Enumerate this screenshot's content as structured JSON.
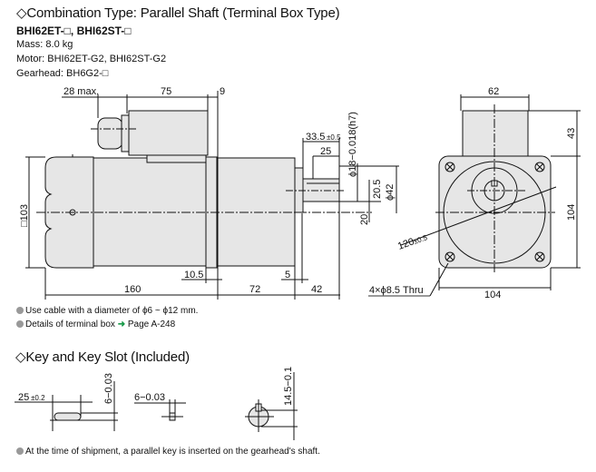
{
  "header": {
    "title": "◇Combination Type: Parallel Shaft (Terminal Box Type)",
    "models": "BHI62ET-□, BHI62ST-□",
    "mass": "Mass: 8.0 kg",
    "motor": "Motor: BHI62ET-G2, BHI62ST-G2",
    "gearhead": "Gearhead: BH6G2-□"
  },
  "side_view": {
    "dim_28": "28 max.",
    "dim_75": "75",
    "dim_9": "9",
    "dim_33_5": "33.5",
    "dim_33_5_tol": "±0.5",
    "dim_25": "25",
    "dim_shaft": "ϕ18−0.018(h7)",
    "dim_20_5": "20.5",
    "dim_42_dia": "ϕ42",
    "dim_20": "20",
    "dim_103": "□103",
    "dim_10_5": "10.5",
    "dim_5": "5",
    "dim_160": "160",
    "dim_72": "72",
    "dim_42": "42"
  },
  "front_view": {
    "dim_62": "62",
    "dim_43": "43",
    "dim_104_v": "104",
    "dim_104_h": "104",
    "dim_120": "120",
    "dim_120_tol": "±0.5",
    "holes": "4×ϕ8.5 Thru"
  },
  "notes": {
    "cable": "Use cable with a diameter of ϕ6 ~ ϕ12 mm.",
    "terminal_prefix": "Details of terminal box ",
    "terminal_arrow": "➜",
    "terminal_page": " Page A-248"
  },
  "key_section": {
    "title": "◇Key and Key Slot (Included)",
    "key_length": "25",
    "key_length_tol": "±0.2",
    "key_height": "6−0.03",
    "key_width": "6−0.03",
    "slot_depth": "14.5−0.1",
    "shipment_note": "At the time of shipment, a parallel key is inserted on the gearhead's shaft."
  },
  "colors": {
    "fill": "#e6e6e6",
    "line": "#111111",
    "arrow": "#1a9a4a",
    "bullet": "#999999"
  }
}
